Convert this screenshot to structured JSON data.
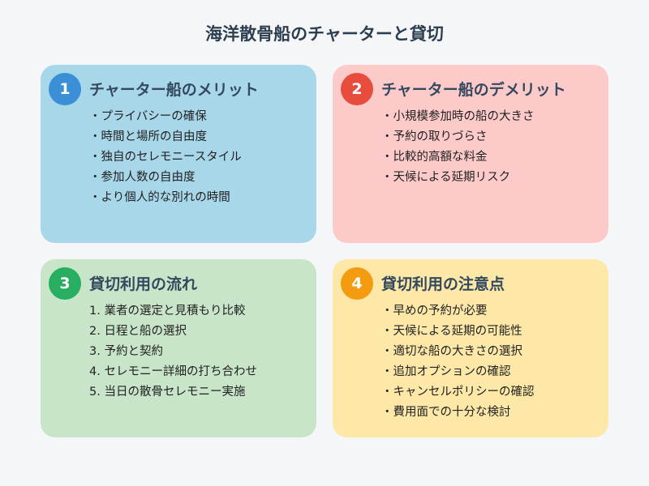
{
  "title": "海洋散骨船のチャーターと貸切",
  "cards": [
    {
      "number": "1",
      "heading": "チャーター船のメリット",
      "items": [
        "・プライバシーの確保",
        "・時間と場所の自由度",
        "・独自のセレモニースタイル",
        "・参加人数の自由度",
        "・より個人的な別れの時間"
      ]
    },
    {
      "number": "2",
      "heading": "チャーター船のデメリット",
      "items": [
        "・小規模参加時の船の大きさ",
        "・予約の取りづらさ",
        "・比較的高額な料金",
        "・天候による延期リスク"
      ]
    },
    {
      "number": "3",
      "heading": "貸切利用の流れ",
      "items": [
        "1. 業者の選定と見積もり比較",
        "2. 日程と船の選択",
        "3. 予約と契約",
        "4. セレモニー詳細の打ち合わせ",
        "5. 当日の散骨セレモニー実施"
      ]
    },
    {
      "number": "4",
      "heading": "貸切利用の注意点",
      "items": [
        "・早めの予約が必要",
        "・天候による延期の可能性",
        "・適切な船の大きさの選択",
        "・追加オプションの確認",
        "・キャンセルポリシーの確認",
        "・費用面での十分な検討"
      ]
    }
  ]
}
